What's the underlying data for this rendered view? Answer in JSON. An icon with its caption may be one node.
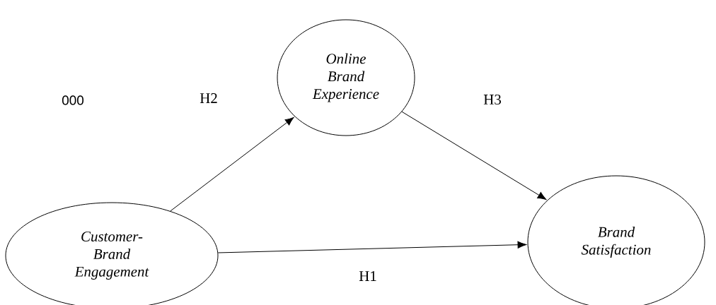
{
  "diagram": {
    "nodes": [
      {
        "text": [
          "Customer- Brand Engagement"
        ]
      },
      {
        "text": [
          "Online Brand Experience"
        ]
      },
      {
        "text": [
          "Brand Satisfaction"
        ]
      }
    ],
    "edges": [
      {
        "from": 0,
        "to": 1,
        "arrow": "to",
        "label": "H2"
      },
      {
        "from": 1,
        "to": 2,
        "arrow": "to",
        "label": "H3"
      },
      {
        "from": 0,
        "to": 2,
        "arrow": "to",
        "label": "H1"
      }
    ],
    "labels": [
      "000"
    ]
  }
}
